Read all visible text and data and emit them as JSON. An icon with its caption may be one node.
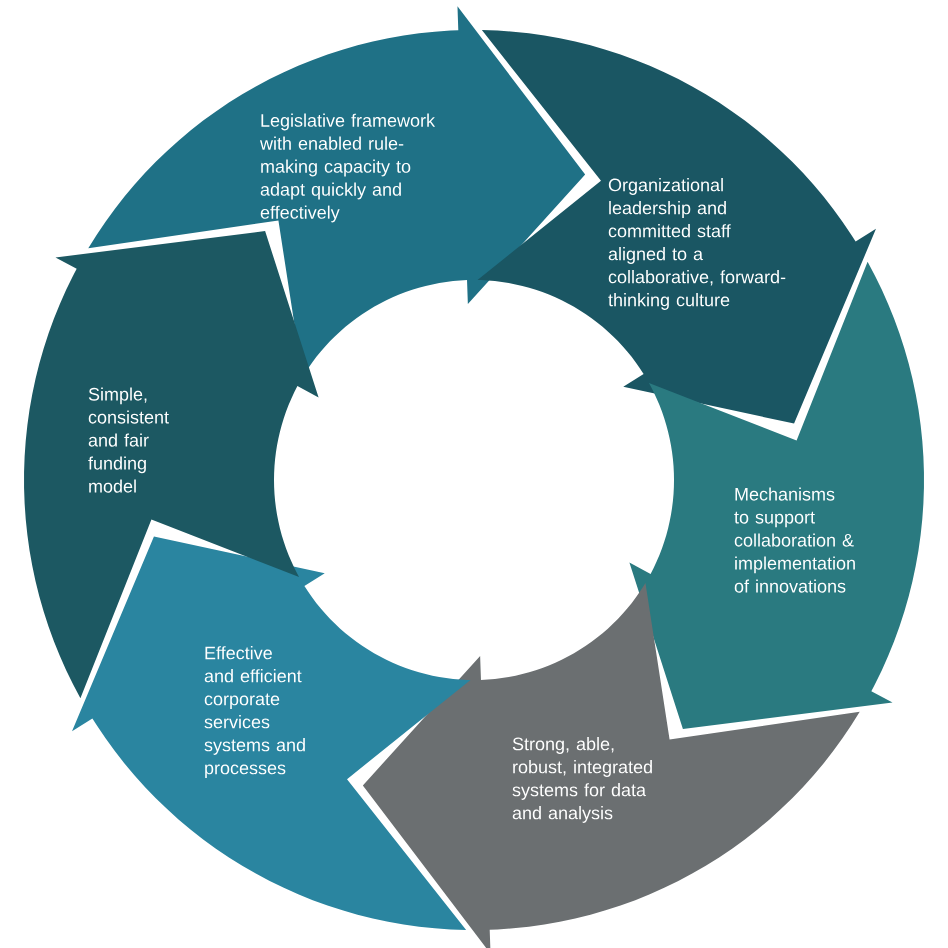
{
  "diagram": {
    "nodes": [
      {
        "text": [
          "Legislative framework with enabled rule-making capacity to adapt quickly and effectively"
        ]
      },
      {
        "text": [
          "Organizational leadership and committed staff aligned to a collaborative, forward-thinking culture"
        ]
      },
      {
        "text": [
          "Mechanisms to support collaboration & implementation of innovations"
        ]
      },
      {
        "text": [
          "Strong, able, robust, integrated systems for data and analysis"
        ]
      },
      {
        "text": [
          "Effective and efficient corporate services systems and processes"
        ]
      },
      {
        "text": [
          "Simple, consistent and fair funding model"
        ]
      }
    ]
  }
}
